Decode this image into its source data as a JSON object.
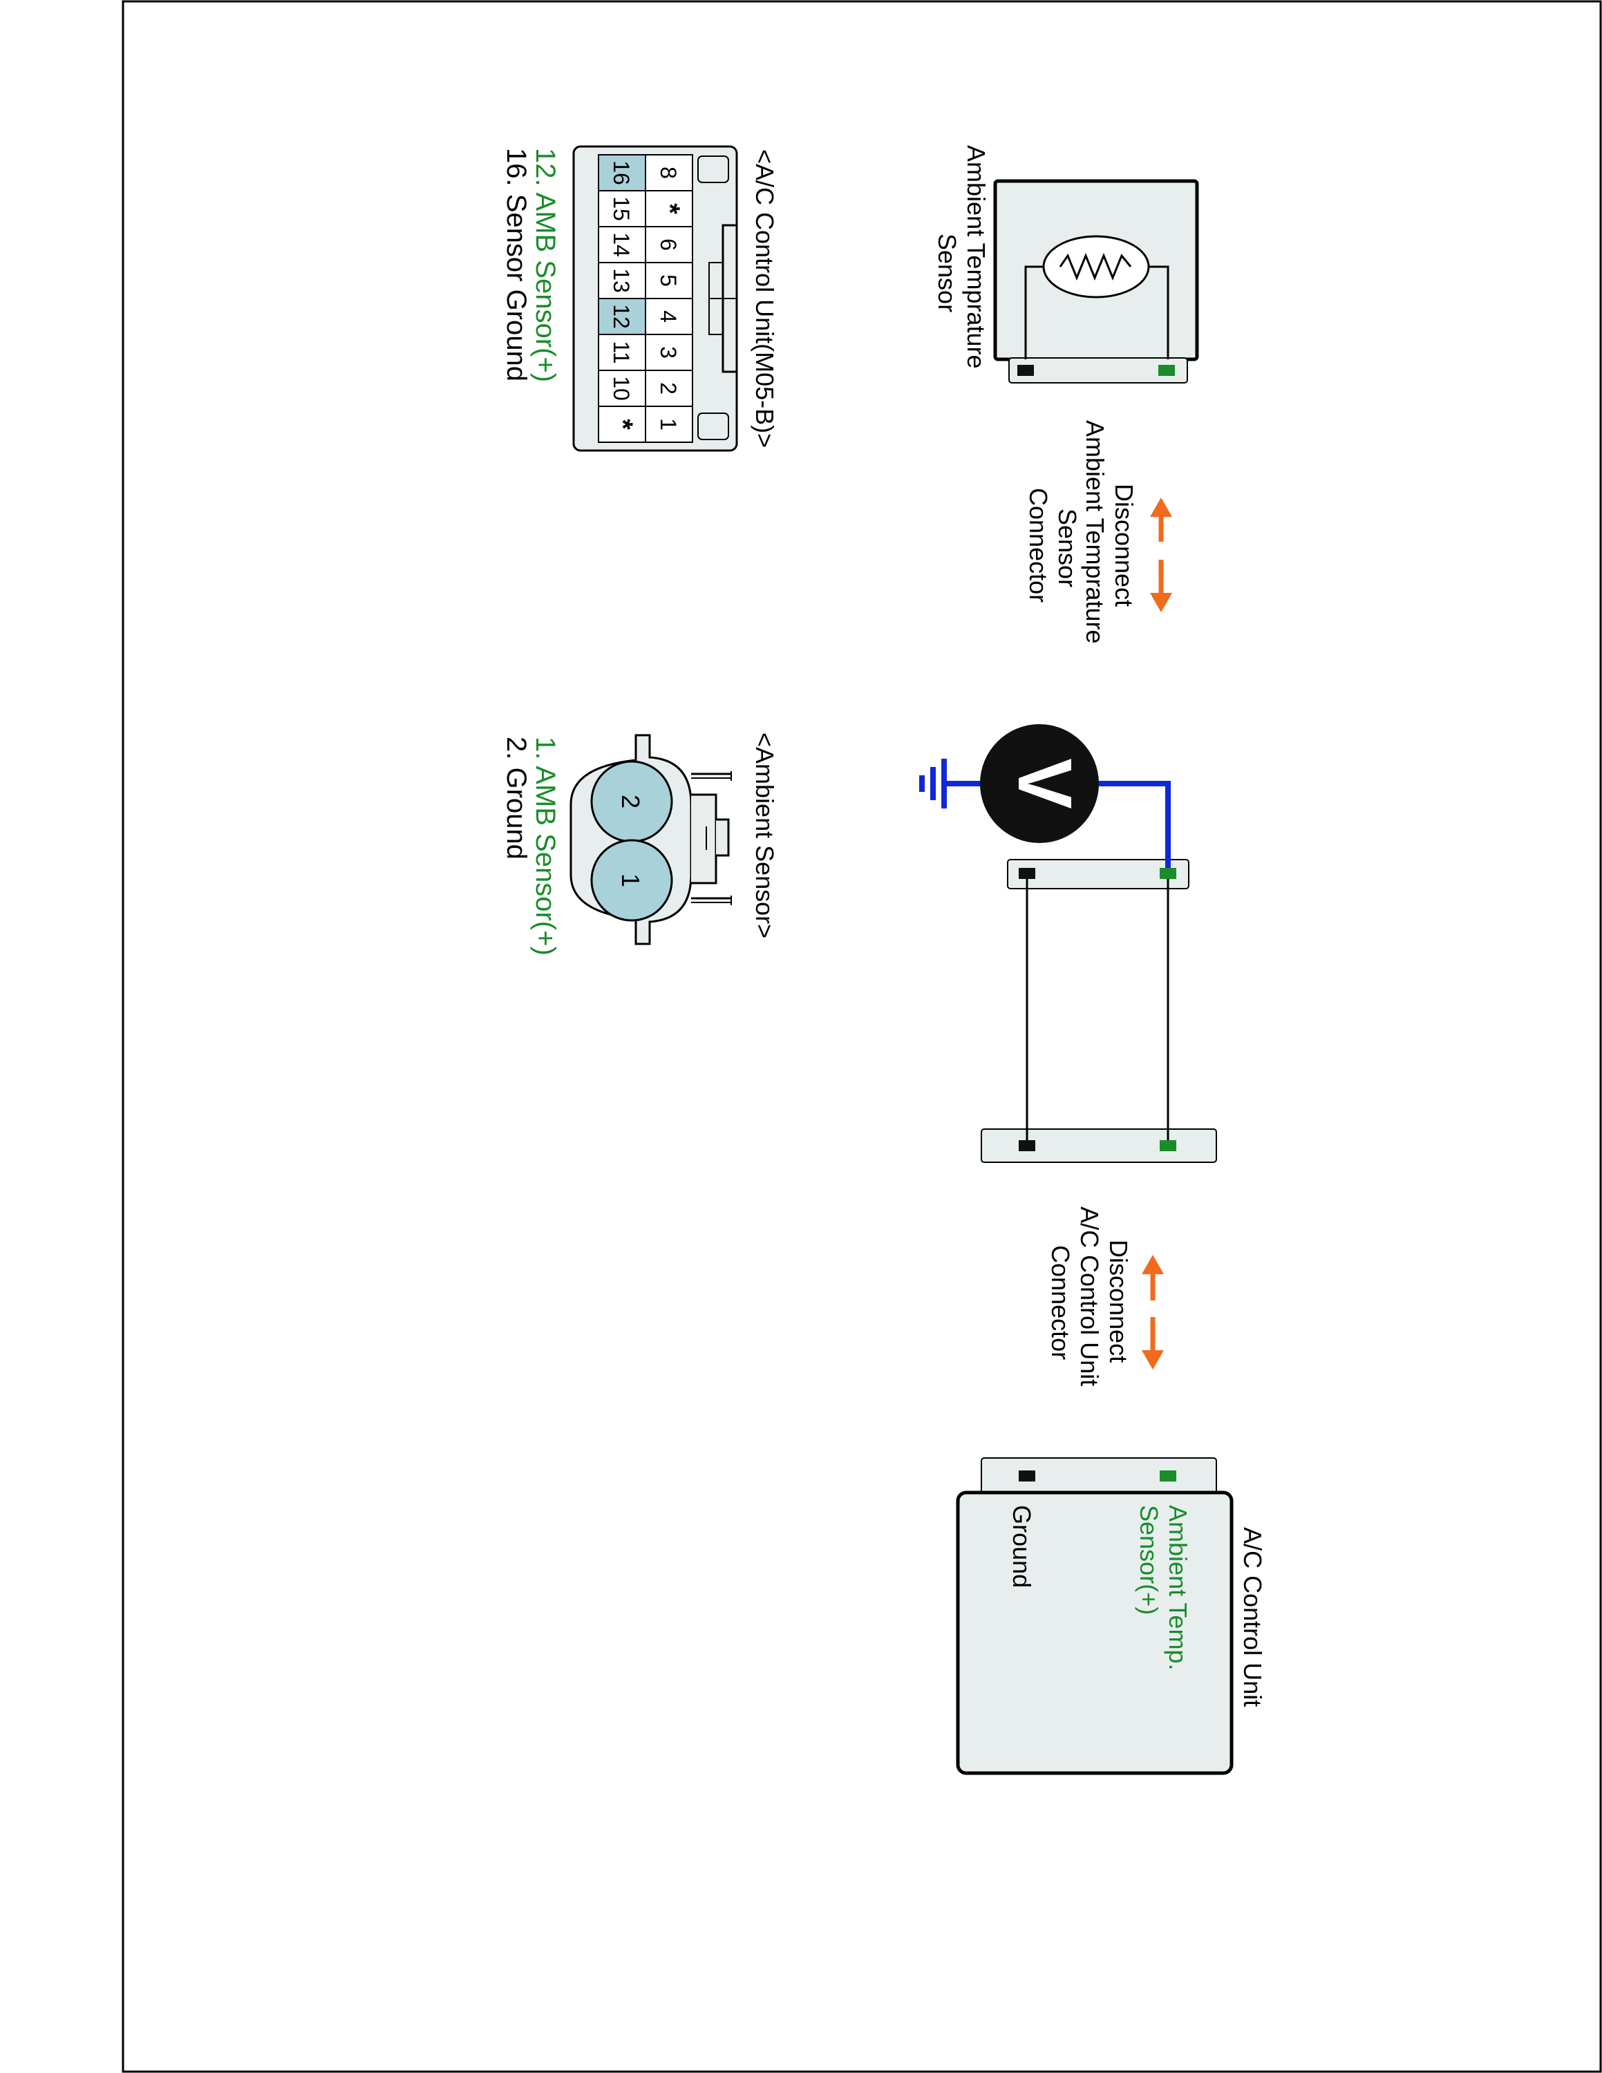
{
  "colors": {
    "pin_green": "#1a8c2a",
    "pin_black": "#111111",
    "wire_blue": "#1028d8",
    "arrow_orange": "#f26a1b",
    "connector_fill": "#e8eeee",
    "highlight_fill": "#a9d1d9",
    "label_green": "#1a8c2a"
  },
  "icons": {
    "resistor": "resistor-icon",
    "voltmeter": "voltmeter-icon",
    "ground": "ground-icon",
    "disconnect_arrow": "double-arrow-icon"
  },
  "sensor": {
    "title_line1": "Ambient Temprature",
    "title_line2": "Sensor"
  },
  "disconnect_sensor": {
    "line1": "Disconnect",
    "line2": "Ambient Temprature",
    "line3": "Sensor",
    "line4": "Connector"
  },
  "disconnect_acu": {
    "line1": "Disconnect",
    "line2": "A/C Control Unit",
    "line3": "Connector"
  },
  "meter": {
    "symbol": "V"
  },
  "acu": {
    "title": "A/C Control Unit",
    "pin_plus_line1": "Ambient Temp.",
    "pin_plus_line2": "Sensor(+)",
    "pin_ground": "Ground"
  },
  "acu_connector": {
    "title": "<A/C Control Unit(M05-B)>",
    "top_row": [
      "8",
      "*",
      "6",
      "5",
      "4",
      "3",
      "2",
      "1"
    ],
    "bottom_row": [
      "16",
      "15",
      "14",
      "13",
      "12",
      "11",
      "10",
      "*"
    ],
    "highlighted": [
      "16",
      "12"
    ],
    "legend_1": "12. AMB Sensor(+)",
    "legend_2": "16. Sensor Ground"
  },
  "sensor_connector": {
    "title": "<Ambient Sensor>",
    "pins": [
      "2",
      "1"
    ],
    "legend_1": "1. AMB Sensor(+)",
    "legend_2": "2. Ground"
  }
}
